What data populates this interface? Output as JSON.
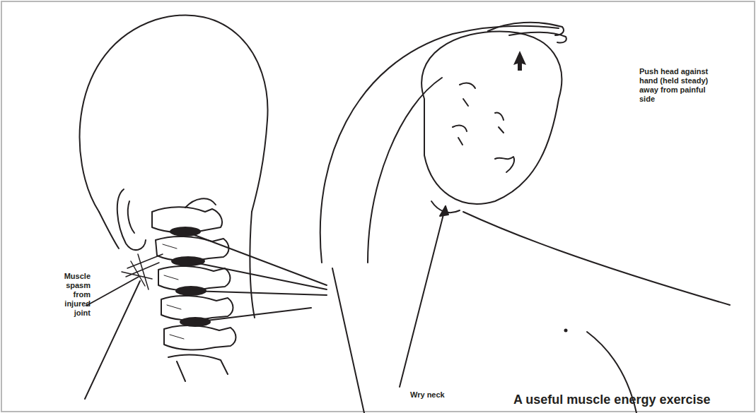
{
  "diagram": {
    "caption": "A useful muscle energy exercise",
    "labels": [
      "Muscle spasm from injured joint",
      "Push head against hand (held steady) away from painful side",
      "Wry neck"
    ]
  }
}
